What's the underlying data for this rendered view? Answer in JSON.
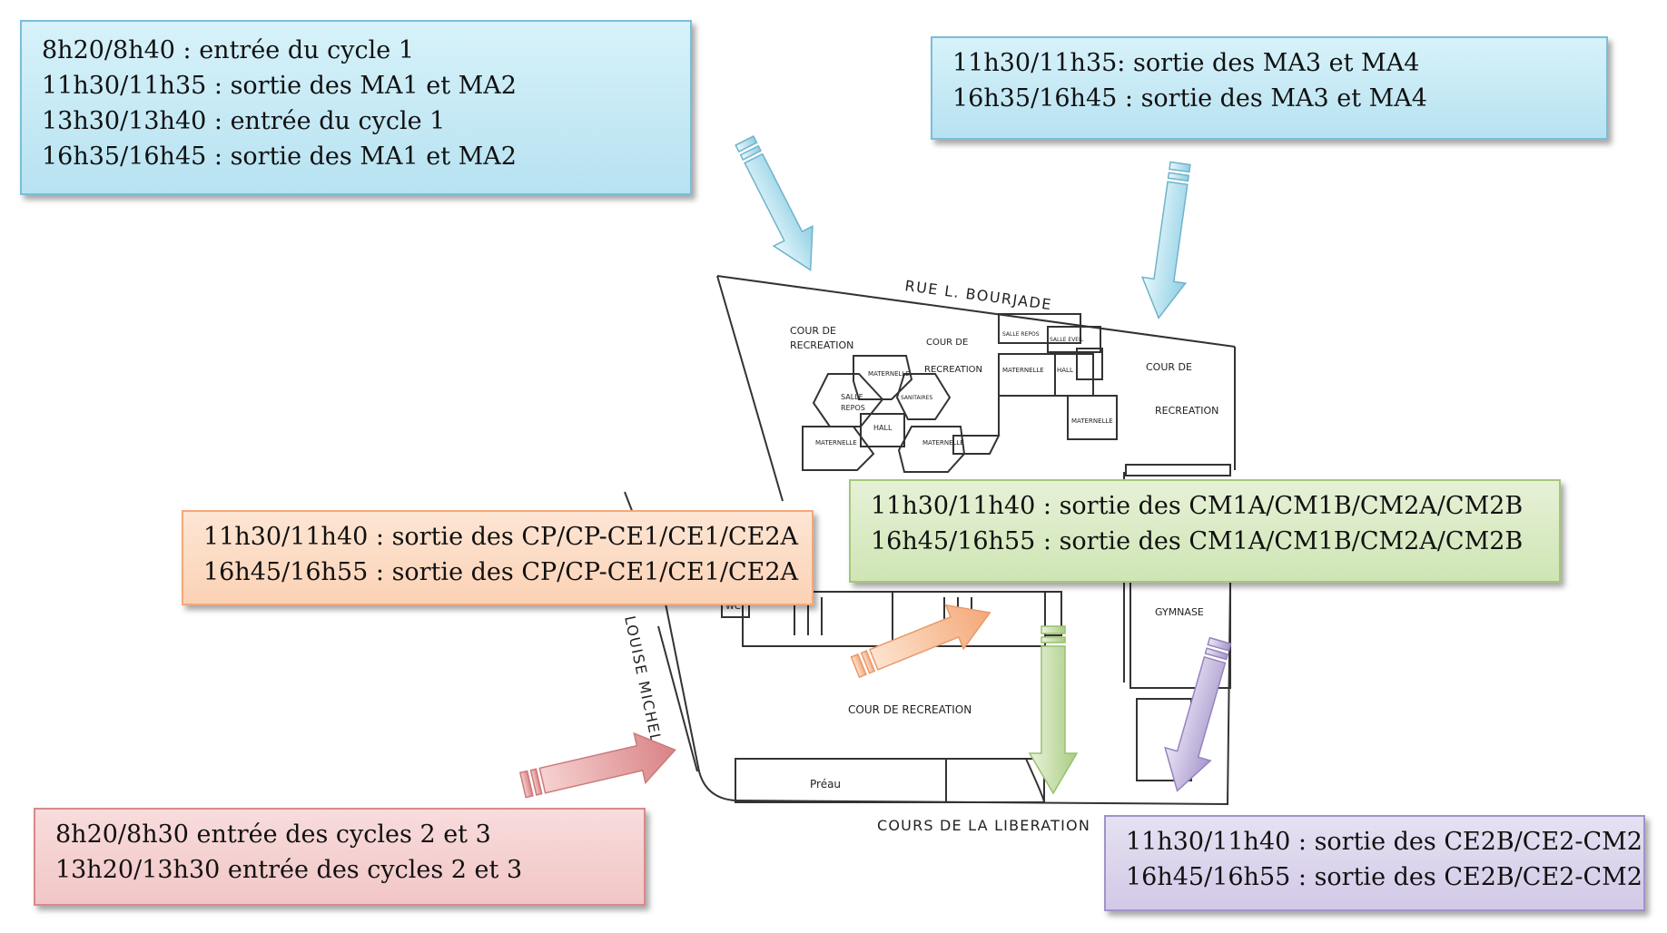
{
  "streets": {
    "north": "RUE L. BOURJADE",
    "west": "LOUISE MICHEL",
    "south": "COURS DE LA LIBERATION"
  },
  "plan_labels": {
    "cour_left_1": "COUR DE",
    "cour_left_2": "RECREATION",
    "cour_mid_1": "COUR DE",
    "cour_mid_2": "RECREATION",
    "cour_right_1": "COUR DE",
    "cour_right_2": "RECREATION",
    "maternelle_1": "MATERNELLE",
    "maternelle_2": "MATERNELLE",
    "maternelle_3": "MATERNELLE",
    "maternelle_4": "MATERNELLE",
    "maternelle_5": "MATERNELLE",
    "salle_repos_1": "SALLE",
    "salle_repos_2": "REPOS",
    "sanitaires": "SANITAIRES",
    "hall_1": "HALL",
    "hall_2": "HALL",
    "salle_repos_top": "SALLE REPOS",
    "salle_eveil": "SALLE EVEIL",
    "wc": "WC",
    "gymnase": "GYMNASE",
    "cour_bottom": "COUR DE RECREATION",
    "preau": "Préau"
  },
  "boxes": {
    "top_left": {
      "lines": [
        "8h20/8h40 : entrée du cycle 1",
        "11h30/11h35 : sortie des MA1 et MA2",
        "13h30/13h40 : entrée du cycle 1",
        "16h35/16h45 : sortie des MA1 et MA2"
      ],
      "color": "#b7e2f1"
    },
    "top_right": {
      "lines": [
        "11h30/11h35: sortie des MA3 et MA4",
        "16h35/16h45 : sortie des MA3 et MA4"
      ],
      "color": "#b7e2f1"
    },
    "orange": {
      "lines": [
        "11h30/11h40 : sortie des CP/CP-CE1/CE1/CE2A",
        "16h45/16h55 : sortie des CP/CP-CE1/CE1/CE2A"
      ],
      "color": "#fbd2b5"
    },
    "green": {
      "lines": [
        "11h30/11h40 : sortie des CM1A/CM1B/CM2A/CM2B",
        "16h45/16h55 : sortie des CM1A/CM1B/CM2A/CM2B"
      ],
      "color": "#cfe5b4"
    },
    "red": {
      "lines": [
        "8h20/8h30 entrée des cycles 2 et 3",
        "13h20/13h30 entrée des cycles 2 et 3"
      ],
      "color": "#f2c6c6"
    },
    "purple": {
      "lines": [
        "11h30/11h40 : sortie des CE2B/CE2-CM2",
        "16h45/16h55 : sortie des CE2B/CE2-CM2"
      ],
      "color": "#d2c9e7"
    }
  }
}
